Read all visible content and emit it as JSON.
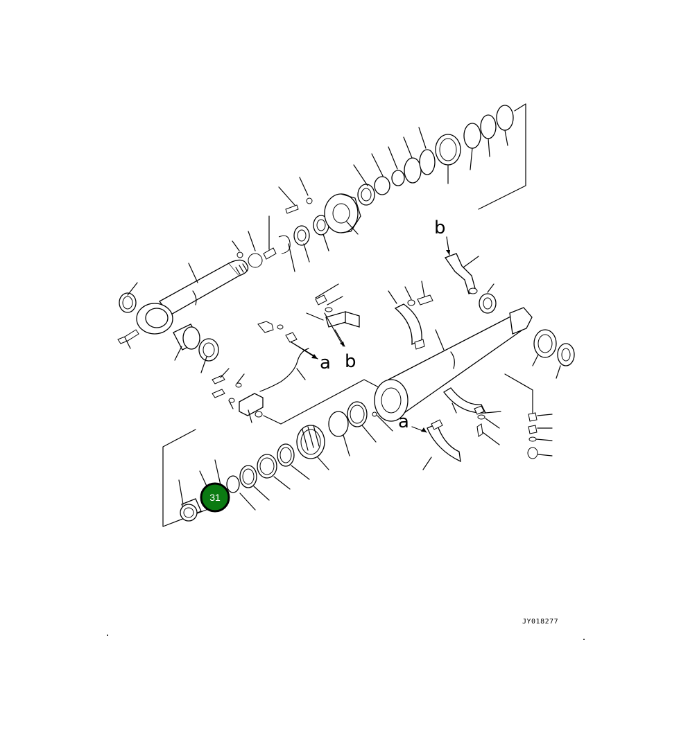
{
  "diagram": {
    "drawing_code": "JY018277",
    "letter_labels": {
      "a": "a",
      "b": "b"
    },
    "highlighted_callout": {
      "number": "31",
      "color": "#0b7a12",
      "ring_color": "#000000"
    }
  }
}
